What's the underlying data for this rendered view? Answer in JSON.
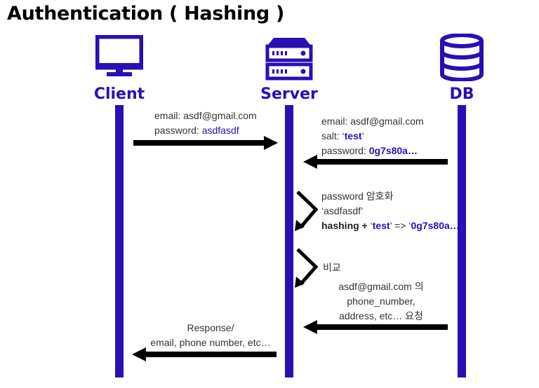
{
  "title": "Authentication ( Hashing )",
  "colors": {
    "accent": "#2a0fb4",
    "arrow": "#000000",
    "text": "#333333"
  },
  "actors": {
    "client": {
      "label": "Client",
      "icon": "monitor-icon"
    },
    "server": {
      "label": "Server",
      "icon": "server-rack-icon"
    },
    "db": {
      "label": "DB",
      "icon": "database-icon"
    }
  },
  "messages": {
    "m1": {
      "line1": "email: asdf@gmail.com",
      "line2_prefix": "password: ",
      "line2_value": "asdfasdf"
    },
    "m2": {
      "line1": "email: asdf@gmail.com",
      "salt_prefix": "salt: ‘",
      "salt_value": "test",
      "salt_suffix": "’",
      "pw_prefix": "password: ",
      "pw_value": "0g7s80a…"
    },
    "step1": {
      "line1": "password 암호화",
      "line2": "‘asdfasdf’",
      "line3_a": "hashing + ",
      "line3_b": "‘",
      "line3_c": "test",
      "line3_d": "’",
      "line3_e": " => ‘",
      "line3_f": "0g7s80a…’"
    },
    "step2": {
      "line1": "비교"
    },
    "m3": {
      "line1": "asdf@gmail.com 의",
      "line2": "phone_number,",
      "line3": "address, etc… 요청"
    },
    "m4": {
      "line1": "Response/",
      "line2": "email, phone number, etc…"
    }
  }
}
